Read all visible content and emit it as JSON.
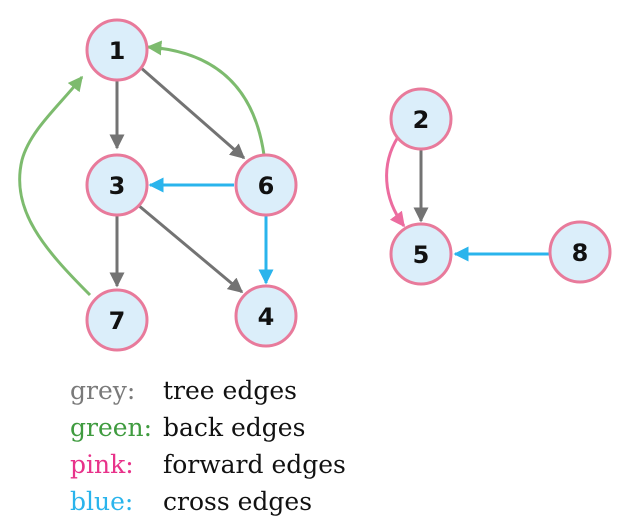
{
  "nodes": [
    {
      "id": "1",
      "label": "1"
    },
    {
      "id": "3",
      "label": "3"
    },
    {
      "id": "6",
      "label": "6"
    },
    {
      "id": "7",
      "label": "7"
    },
    {
      "id": "4",
      "label": "4"
    },
    {
      "id": "2",
      "label": "2"
    },
    {
      "id": "5",
      "label": "5"
    },
    {
      "id": "8",
      "label": "8"
    }
  ],
  "edges": [
    {
      "from": "1",
      "to": "3",
      "type": "tree"
    },
    {
      "from": "1",
      "to": "6",
      "type": "tree"
    },
    {
      "from": "3",
      "to": "7",
      "type": "tree"
    },
    {
      "from": "3",
      "to": "4",
      "type": "tree"
    },
    {
      "from": "2",
      "to": "5",
      "type": "tree"
    },
    {
      "from": "6",
      "to": "1",
      "type": "back"
    },
    {
      "from": "7",
      "to": "1",
      "type": "back"
    },
    {
      "from": "2",
      "to": "5",
      "type": "forward"
    },
    {
      "from": "6",
      "to": "3",
      "type": "cross"
    },
    {
      "from": "6",
      "to": "4",
      "type": "cross"
    },
    {
      "from": "8",
      "to": "5",
      "type": "cross"
    }
  ],
  "colors": {
    "tree": "#737373",
    "back": "#7dbb6e",
    "forward": "#ec6c9f",
    "cross": "#2ab4ec",
    "node_fill": "#dbeefa",
    "node_stroke": "#e87a9b"
  },
  "legend": [
    {
      "key": "grey:",
      "desc": "tree edges",
      "color": "#7a7a7a"
    },
    {
      "key": "green:",
      "desc": "back edges",
      "color": "#3f9b3f"
    },
    {
      "key": "pink:",
      "desc": "forward edges",
      "color": "#e8328a"
    },
    {
      "key": "blue:",
      "desc": "cross edges",
      "color": "#2ab4ec"
    }
  ]
}
